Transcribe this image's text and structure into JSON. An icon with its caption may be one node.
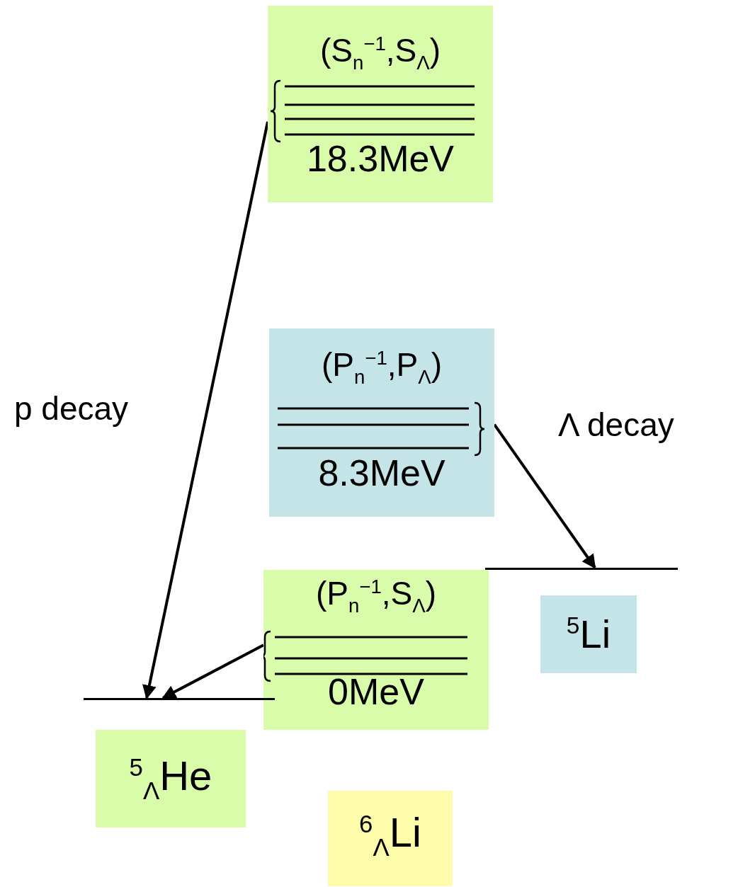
{
  "diagram": {
    "nodes": [
      {
        "text": [
          "(S$_{n}$$^{−1}$,S$_{Λ}$)",
          "18.3MeV"
        ]
      },
      {
        "text": [
          "(P$_{n}$$^{−1}$,P$_{Λ}$)",
          "8.3MeV"
        ]
      },
      {
        "text": [],
        "shape": "bar"
      },
      {
        "text": [
          "(P$_{n}$$^{−1}$,S$_{Λ}$)",
          "0MeV"
        ]
      },
      {
        "text": [
          "$^{5}$Li"
        ]
      },
      {
        "text": [],
        "shape": "bar"
      },
      {
        "text": [
          "$^{5}$$_{Λ}$He"
        ]
      },
      {
        "text": [
          "$^{6}$$_{Λ}$Li"
        ]
      }
    ],
    "edges": [
      {
        "from": 0,
        "to": 5,
        "arrow": "to",
        "label": "p decay"
      },
      {
        "from": 1,
        "to": 2,
        "arrow": "to",
        "label": "Λ decay"
      },
      {
        "from": 3,
        "to": 5,
        "arrow": "to"
      }
    ]
  }
}
